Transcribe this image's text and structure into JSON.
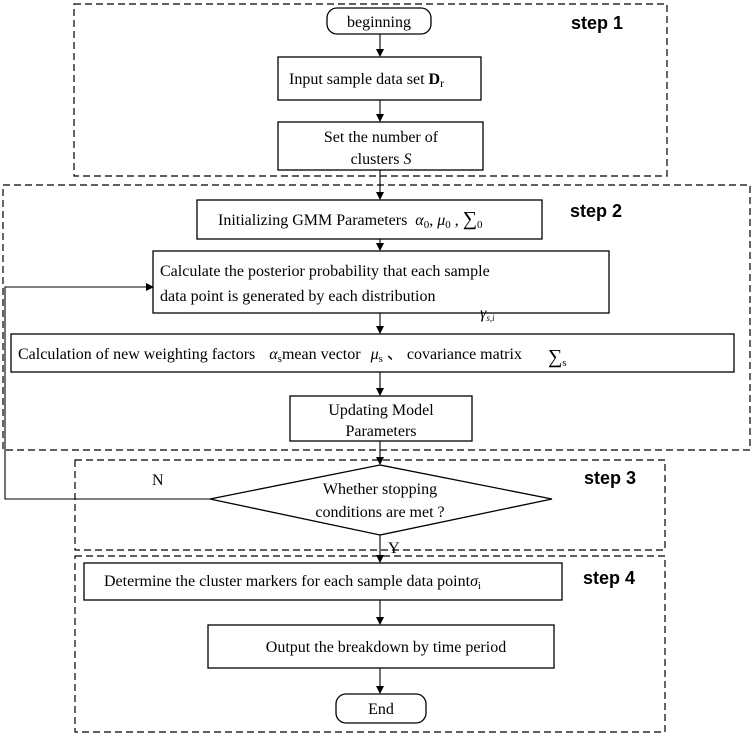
{
  "steps": {
    "step1": "step 1",
    "step2": "step 2",
    "step3": "step 3",
    "step4": "step 4"
  },
  "nodes": {
    "beginning": "beginning",
    "input_text": "Input sample data set ",
    "input_symbol": "D",
    "input_sub": "r",
    "set_clusters_line1": "Set the number of",
    "set_clusters_line2": "clusters ",
    "set_clusters_symbol": "S",
    "init_text": "Initializing  GMM Parameters ",
    "init_a": "α",
    "init_a_sub": "0",
    "init_mu": "μ",
    "init_mu_sub": "0",
    "init_sigma": "∑",
    "init_sigma_sub": "0",
    "posterior_line1": "Calculate the posterior probability that each sample",
    "posterior_line2": "data point is generated by each distribution",
    "posterior_symbol": "γ",
    "posterior_sub": "s,i",
    "calc_text1": "Calculation of new weighting factors ",
    "calc_a": "α",
    "calc_a_sub": "s",
    "calc_text2": "mean vector ",
    "calc_mu": "μ",
    "calc_mu_sub": "s",
    "calc_text3": " 、 covariance matrix ",
    "calc_sigma": "∑",
    "calc_sigma_sub": "s",
    "update_line1": "Updating Model",
    "update_line2": "Parameters",
    "decision_line1": "Whether stopping",
    "decision_line2": "conditions are met ?",
    "no_label": "N",
    "yes_label": "Y",
    "determine_text": "Determine the cluster markers for each sample data point",
    "determine_symbol": "σ",
    "determine_sub": "i",
    "output_text": "Output the breakdown by time period",
    "end": "End"
  }
}
